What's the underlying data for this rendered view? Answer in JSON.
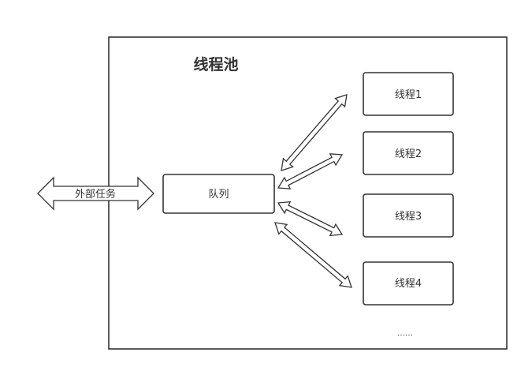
{
  "pool": {
    "title": "线程池"
  },
  "queue": {
    "label": "队列"
  },
  "external": {
    "label": "外部任务"
  },
  "threads": [
    {
      "label": "线程1"
    },
    {
      "label": "线程2"
    },
    {
      "label": "线程3"
    },
    {
      "label": "线程4"
    }
  ],
  "more": {
    "label": "……"
  },
  "colors": {
    "stroke": "#333333",
    "fill": "#ffffff",
    "text": "#333333"
  }
}
